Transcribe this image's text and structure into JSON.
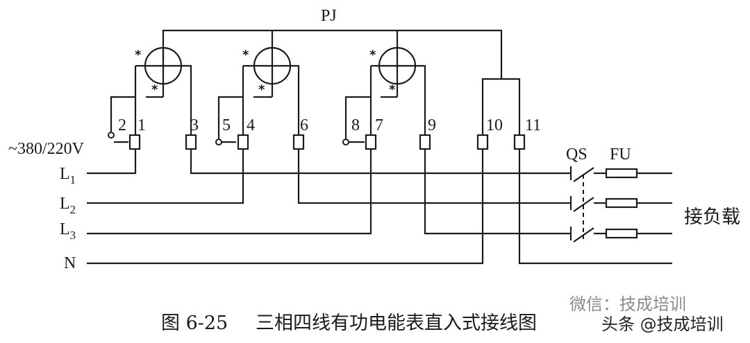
{
  "meter_label": "PJ",
  "supply_label": "~380/220V",
  "line_labels": [
    "L",
    "L",
    "L",
    "N"
  ],
  "line_subscripts": [
    "1",
    "2",
    "3"
  ],
  "terminals": [
    "1",
    "2",
    "3",
    "4",
    "5",
    "6",
    "7",
    "8",
    "9",
    "10",
    "11"
  ],
  "polarity_mark": "*",
  "switch_label": "QS",
  "fuse_label": "FU",
  "load_label": "接负载",
  "caption_number": "图 6-25",
  "caption_title": "三相四线有功电能表直入式接线图",
  "watermark_wechat": "微信：技成培训",
  "watermark_toutiao": "头条 @技成培训"
}
